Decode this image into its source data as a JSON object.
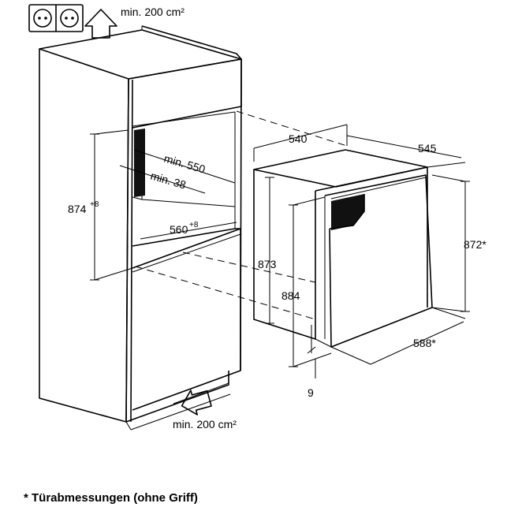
{
  "top_vent": {
    "label": "min. 200 cm²"
  },
  "bottom_vent": {
    "label": "min. 200 cm²"
  },
  "dimensions": {
    "niche_height": {
      "value": "874",
      "sup": "+8"
    },
    "niche_depth": "min. 550",
    "rear_gap": "min. 38",
    "niche_width": {
      "value": "560",
      "sup": "+8"
    },
    "appliance_width": "540",
    "appliance_depth": "545",
    "body_height": "873",
    "total_height": "884",
    "door_height": "872*",
    "door_width": "588*",
    "plinth_offset": "9"
  },
  "footnote": "* Türabmessungen (ohne Griff)"
}
